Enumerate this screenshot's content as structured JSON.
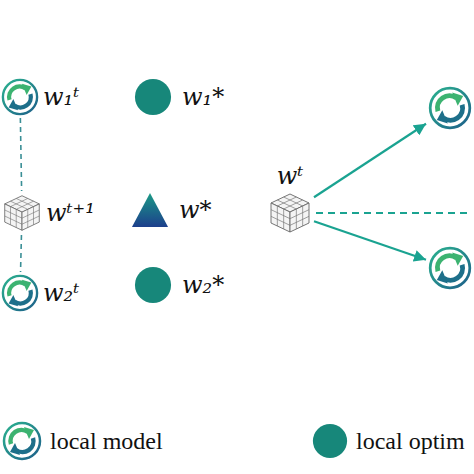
{
  "diagram": {
    "nodes": [
      {
        "text": [
          "w₁ᵗ"
        ]
      },
      {
        "text": [
          "wᵗ⁺¹"
        ]
      },
      {
        "text": [
          "w₂ᵗ"
        ]
      },
      {
        "text": [
          "w₁*"
        ]
      },
      {
        "text": [
          "w*"
        ]
      },
      {
        "text": [
          "w₂*"
        ]
      },
      {
        "text": [
          "wᵗ"
        ]
      },
      {
        "text": []
      },
      {
        "text": []
      }
    ],
    "edges": [
      {
        "from": 0,
        "to": 1,
        "arrow": "none"
      },
      {
        "from": 1,
        "to": 2,
        "arrow": "none"
      },
      {
        "from": 6,
        "to": 7,
        "arrow": "to"
      },
      {
        "from": 6,
        "to": 8,
        "arrow": "to"
      }
    ],
    "legend": [
      {
        "text": "local model"
      },
      {
        "text": "local optim",
        "color": "#17877a"
      }
    ]
  }
}
